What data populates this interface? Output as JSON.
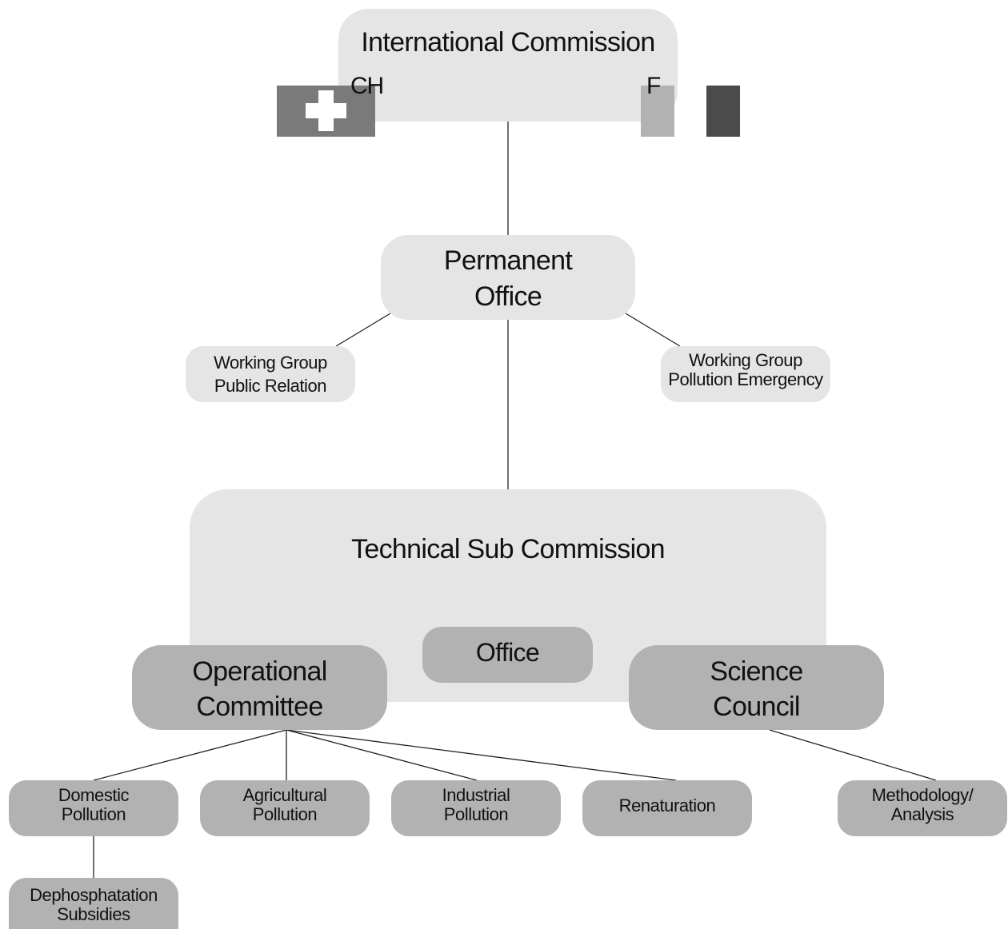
{
  "international_commission": {
    "title": "International Commission"
  },
  "flags": {
    "ch_label": "CH",
    "f_label": "F"
  },
  "permanent_office": {
    "title": "Permanent\nOffice"
  },
  "working_groups": {
    "public_relation": "Working Group\nPublic Relation",
    "pollution_emergency": "Working Group\nPollution Emergency"
  },
  "technical_sub_commission": {
    "title": "Technical Sub Commission",
    "office": "Office",
    "operational_committee": "Operational\nCommittee",
    "science_council": "Science\nCouncil"
  },
  "operational_units": {
    "domestic": "Domestic\nPollution",
    "agricultural": "Agricultural\nPollution",
    "industrial": "Industrial\nPollution",
    "renaturation": "Renaturation",
    "dephosphatation": "Dephosphatation\nSubsidies"
  },
  "science_units": {
    "methodology": "Methodology/\nAnalysis"
  },
  "colors": {
    "light_box": "#e5e5e5",
    "mid_box": "#b2b2b2",
    "ch_flag": "#7a7a7a",
    "f_flag_dark": "#4b4b4b",
    "connector": "#222222"
  }
}
